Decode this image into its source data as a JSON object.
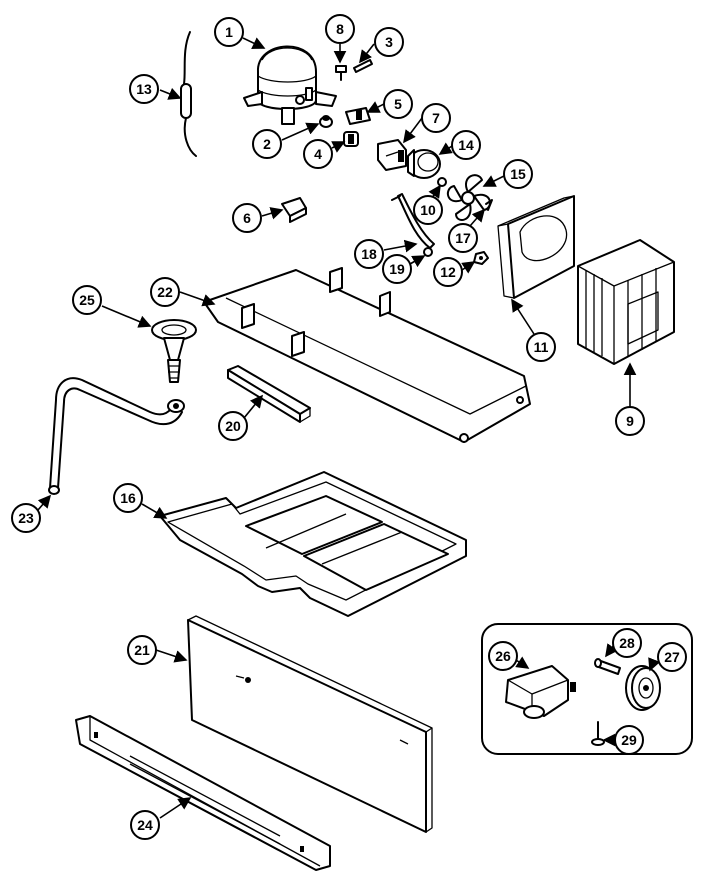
{
  "callouts": [
    {
      "id": "c1",
      "label": "1"
    },
    {
      "id": "c2",
      "label": "2"
    },
    {
      "id": "c3",
      "label": "3"
    },
    {
      "id": "c4",
      "label": "4"
    },
    {
      "id": "c5",
      "label": "5"
    },
    {
      "id": "c6",
      "label": "6"
    },
    {
      "id": "c7",
      "label": "7"
    },
    {
      "id": "c8",
      "label": "8"
    },
    {
      "id": "c9",
      "label": "9"
    },
    {
      "id": "c10",
      "label": "10"
    },
    {
      "id": "c11",
      "label": "11"
    },
    {
      "id": "c12",
      "label": "12"
    },
    {
      "id": "c13",
      "label": "13"
    },
    {
      "id": "c14",
      "label": "14"
    },
    {
      "id": "c15",
      "label": "15"
    },
    {
      "id": "c16",
      "label": "16"
    },
    {
      "id": "c17",
      "label": "17"
    },
    {
      "id": "c18",
      "label": "18"
    },
    {
      "id": "c19",
      "label": "19"
    },
    {
      "id": "c20",
      "label": "20"
    },
    {
      "id": "c21",
      "label": "21"
    },
    {
      "id": "c22",
      "label": "22"
    },
    {
      "id": "c23",
      "label": "23"
    },
    {
      "id": "c24",
      "label": "24"
    },
    {
      "id": "c25",
      "label": "25"
    },
    {
      "id": "c26",
      "label": "26"
    },
    {
      "id": "c27",
      "label": "27"
    },
    {
      "id": "c28",
      "label": "28"
    },
    {
      "id": "c29",
      "label": "29"
    }
  ]
}
